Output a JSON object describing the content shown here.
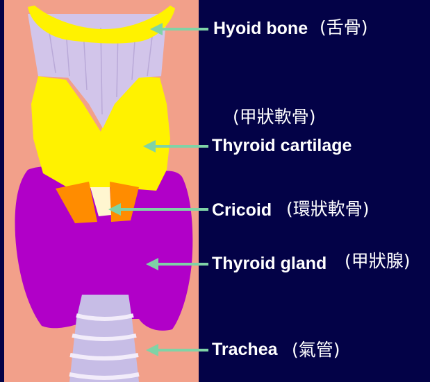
{
  "colors": {
    "background": "#030247",
    "panel": "#f2a08a",
    "hyoid": "#fff200",
    "thyroid_cartilage": "#fff200",
    "cricoid": "#ff8c00",
    "thyroid_gland": "#b100c8",
    "trachea": "#c7bde6",
    "arrow": "#7fd3a6",
    "text": "#ffffff"
  },
  "labels": [
    {
      "id": "hyoid",
      "english": "Hyoid bone",
      "chinese": "(舌骨)"
    },
    {
      "id": "thyroid-cartilage",
      "english": "Thyroid cartilage",
      "chinese": "(甲狀軟骨)"
    },
    {
      "id": "cricoid",
      "english": "Cricoid",
      "chinese": "(環狀軟骨)"
    },
    {
      "id": "thyroid-gland",
      "english": "Thyroid gland",
      "chinese": "(甲狀腺)"
    },
    {
      "id": "trachea",
      "english": "Trachea",
      "chinese": "(氣管)"
    }
  ]
}
